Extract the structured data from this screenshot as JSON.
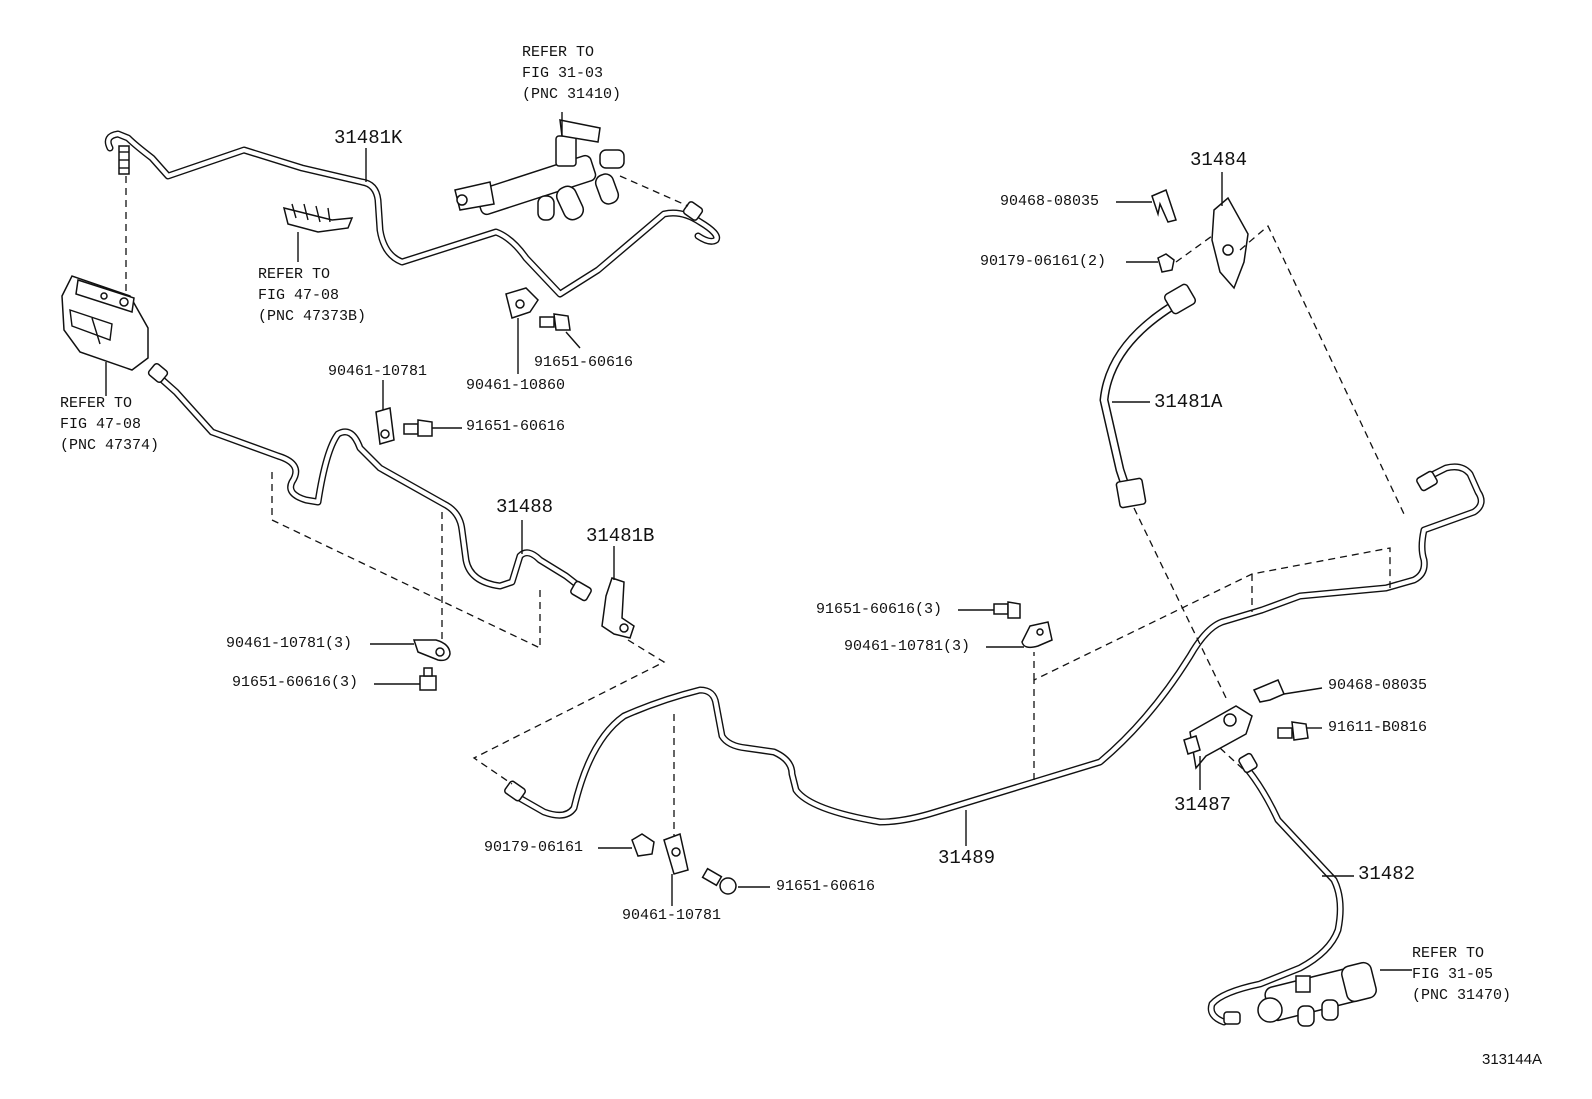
{
  "diagram_id": "313144A",
  "labels": {
    "p31481K": "31481K",
    "p31484": "31484",
    "p31481A": "31481A",
    "p31488": "31488",
    "p31481B": "31481B",
    "p31489": "31489",
    "p31487": "31487",
    "p31482": "31482",
    "c90468_08035_a": "90468-08035",
    "c90179_06161_2": "90179-06161(2)",
    "c90461_10781_top": "90461-10781",
    "c91651_60616_top": "91651-60616",
    "c91651_60616_upper": "91651-60616",
    "c90461_10860": "90461-10860",
    "c90461_10781_3_left": "90461-10781(3)",
    "c91651_60616_3_left": "91651-60616(3)",
    "c91651_60616_3_mid": "91651-60616(3)",
    "c90461_10781_3_mid": "90461-10781(3)",
    "c90468_08035_b": "90468-08035",
    "c91611_B0816": "91611-B0816",
    "c90179_06161": "90179-06161",
    "c90461_10781_bottom": "90461-10781",
    "c91651_60616_bottom": "91651-60616"
  },
  "refs": {
    "ref_31_03": [
      "REFER TO",
      "FIG 31-03",
      "(PNC 31410)"
    ],
    "ref_47_08_b": [
      "REFER TO",
      "FIG 47-08",
      "(PNC 47373B)"
    ],
    "ref_47_08": [
      "REFER TO",
      "FIG 47-08",
      "(PNC 47374)"
    ],
    "ref_31_05": [
      "REFER TO",
      "FIG 31-05",
      "(PNC 31470)"
    ]
  }
}
